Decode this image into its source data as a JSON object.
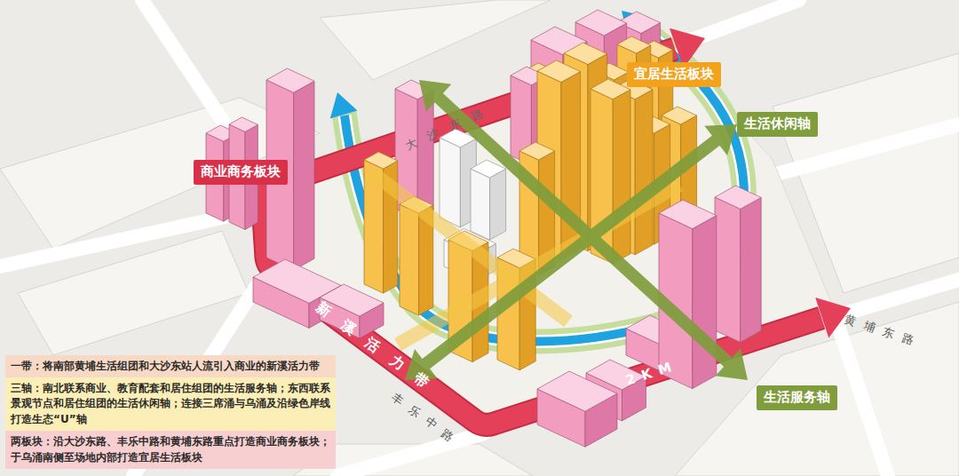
{
  "diagram": {
    "nodes": [
      {
        "text": [
          "商业商务板块"
        ]
      },
      {
        "text": [
          "宜居生活板块"
        ]
      },
      {
        "text": [
          "生活休闲轴"
        ]
      },
      {
        "text": [
          "生活服务轴"
        ]
      },
      {
        "text": [
          "一带：将南部黄埔生活组团和大沙东站人流引入商业的新溪活力带"
        ]
      },
      {
        "text": [
          "三轴：南北联系商业、教育配套和居住组团的生活服务轴；东西联系景观节点和居住组团的生活休闲轴；连接三席涌与乌涌及沿绿色岸线打造生态“U”轴"
        ]
      },
      {
        "text": [
          "两板块：沿大沙东路、丰乐中路和黄埔东路重点打造商业商务板块；于乌涌南侧至场地内部打造宜居生活板块"
        ]
      }
    ],
    "labels": [
      "大沙东路",
      "丰乐中路",
      "黄埔东路",
      "新溪活力带",
      "2KM"
    ]
  }
}
